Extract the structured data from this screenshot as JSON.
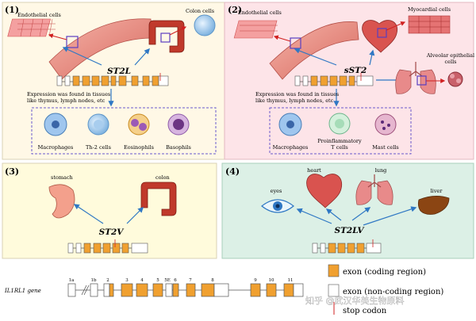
{
  "panels": [
    {
      "num": "(1)",
      "gene": "ST2L",
      "left_target": "Endothelial cells",
      "right_target": "Colon cells",
      "expr_note": [
        "Expression was found in tissues",
        "like thymus, lymph nodes, etc"
      ],
      "cells": [
        "Macrophages",
        "Th-2 cells",
        "Eosinophils",
        "Basophils"
      ]
    },
    {
      "num": "(2)",
      "gene": "sST2",
      "left_target": "Endothelial cells",
      "right_target": "Myocardial cells",
      "extra_target": [
        "Alveolar epithelial",
        "cells"
      ],
      "expr_note": [
        "Expression was found in tissues",
        "like thymus, lymph nodes, etc"
      ],
      "cells": [
        [
          "Macrophages"
        ],
        [
          "Proinflammatory",
          "T cells"
        ],
        [
          "Mast cells"
        ]
      ]
    },
    {
      "num": "(3)",
      "gene": "ST2V",
      "left_target": "stomach",
      "right_target": "colon"
    },
    {
      "num": "(4)",
      "gene": "ST2LV",
      "organs": [
        "heart",
        "lung",
        "eyes",
        "liver"
      ]
    }
  ],
  "gene_map": {
    "title": "IL1RL1 gene",
    "exon_labels": [
      "1a",
      "1b",
      "2",
      "3",
      "4",
      "5",
      "5E",
      "6",
      "7",
      "8",
      "9",
      "10",
      "11"
    ]
  },
  "legend": {
    "coding": "exon (coding region)",
    "noncoding": "exon (non-coding region)",
    "stop": "stop codon"
  },
  "watermark": "知乎 @武汉华美生物原料",
  "colors": {
    "exon_coding": "#f0a030",
    "panel1_bg": "#fff8e6",
    "panel2_bg": "#fde4e8",
    "panel3_bg": "#fffbdc",
    "panel4_bg": "#dcf0e6",
    "arrow": "#2f78c4",
    "dash_box": "#6a5acd"
  }
}
